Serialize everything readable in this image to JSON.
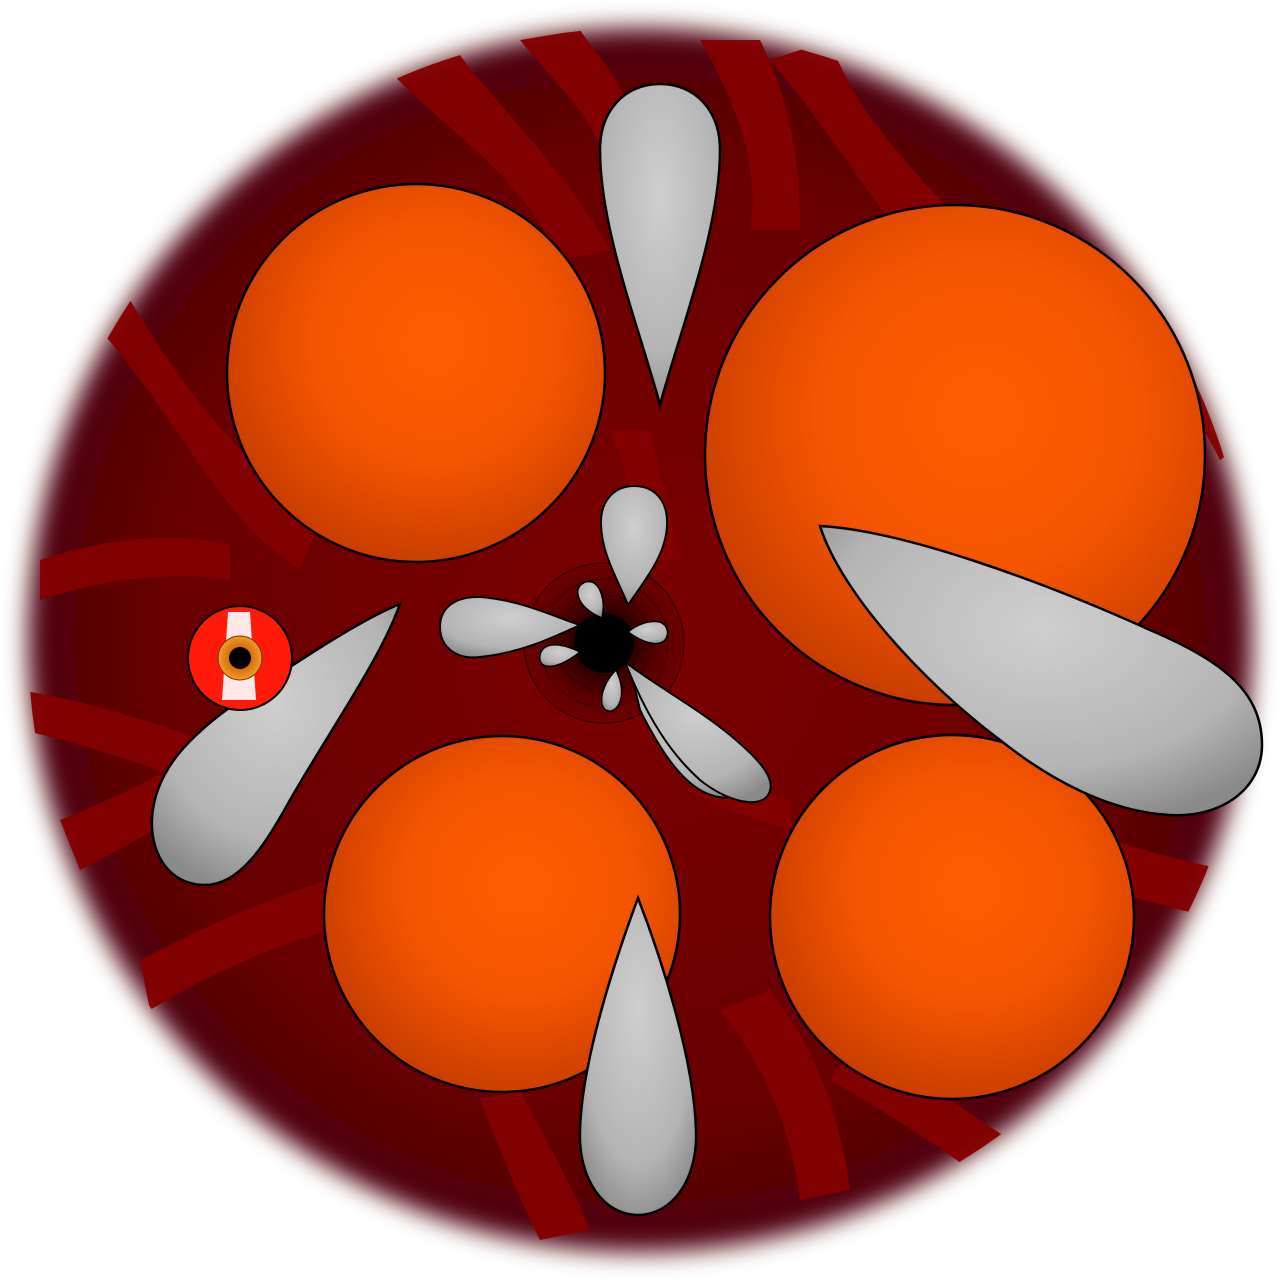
{
  "scene": {
    "kind": "top-down arena",
    "hud_text": []
  },
  "colors": {
    "background": "#ffffff",
    "arena_dark": "#5a0508",
    "arena_mid": "#7c0000",
    "vein": "#830000",
    "orb_center": "#ff5a00",
    "orb_edge": "#cc3e00",
    "outline": "#000000",
    "tooth_light": "#c8c8c8",
    "tooth_dark": "#8c8c8c",
    "eye_sclera": "#ff1a0a",
    "eye_iris": "#f08a1e",
    "eye_pupil": "#000000"
  },
  "entities": {
    "orbs": [
      "orb-top-left",
      "orb-top-right-large",
      "orb-bottom-left",
      "orb-bottom-right"
    ],
    "spikes": [
      "spike-top",
      "spike-left",
      "spike-bottom",
      "spike-right-large"
    ],
    "center": {
      "icon": "vortex-icon",
      "petals": [
        "petal-up",
        "petal-left",
        "petal-down-right"
      ],
      "nubs": 5
    },
    "player": {
      "icon": "eye-icon",
      "iris_color": "#f08a1e"
    }
  }
}
